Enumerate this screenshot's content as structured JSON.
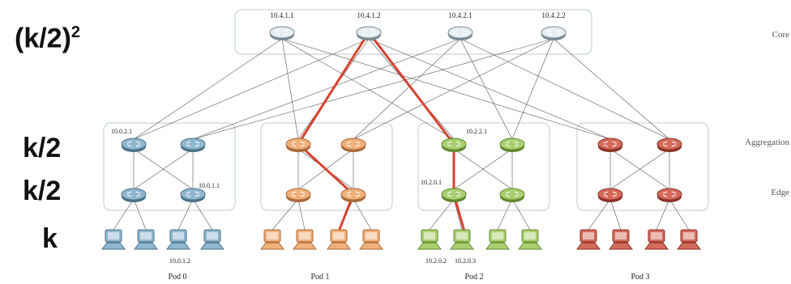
{
  "left_labels": {
    "core": {
      "base": "(k/2)",
      "sup": "2"
    },
    "aggregation": "k/2",
    "edge": "k/2",
    "hosts": "k"
  },
  "layer_labels": {
    "core": "Core",
    "aggregation": "Aggregation",
    "edge": "Edge"
  },
  "core_labels": [
    "10.4.1.1",
    "10.4.1.2",
    "10.4.2.1",
    "10.4.2.2"
  ],
  "pods": [
    {
      "label": "Pod 0",
      "color": "#8fb7cf",
      "stroke": "#4a7288"
    },
    {
      "label": "Pod 1",
      "color": "#f0b07a",
      "stroke": "#a8693a"
    },
    {
      "label": "Pod 2",
      "color": "#a9cf6e",
      "stroke": "#5f8a31"
    },
    {
      "label": "Pod 3",
      "color": "#d46a5a",
      "stroke": "#8c3328"
    }
  ],
  "switch_labels": {
    "pod0_agg": "10.0.2.1",
    "pod0_edge": "10.0.1.1",
    "pod2_agg": "10.2.2.1",
    "pod2_edge": "10.2.0.1"
  },
  "host_labels": {
    "pod0": "10.0.1.2",
    "pod2_a": "10.2.0.2",
    "pod2_b": "10.2.0.3"
  },
  "colors": {
    "highlight_path": "#d8432f",
    "link": "#555555",
    "box_border": "#b9ccd6"
  }
}
